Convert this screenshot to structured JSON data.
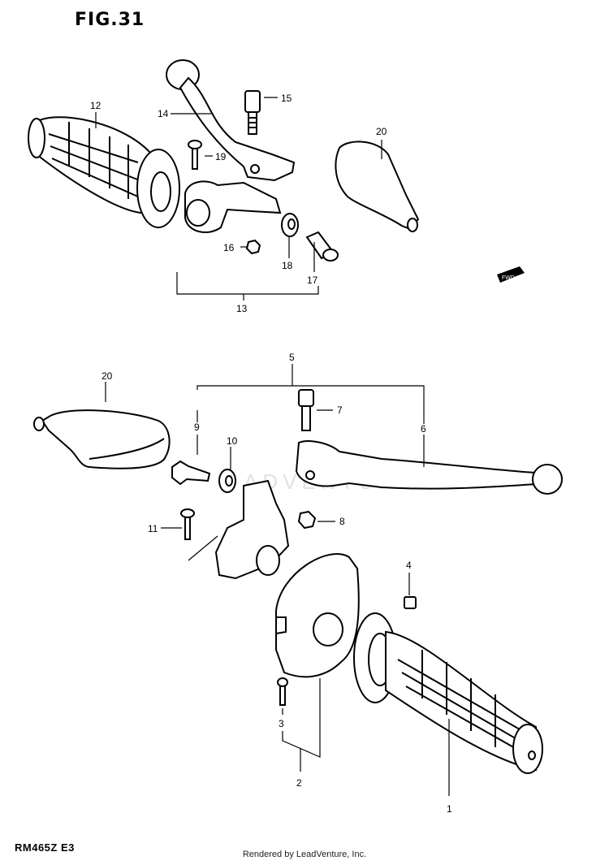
{
  "figure_title": "FIG.31",
  "model_code": "RM465Z E3",
  "footer_text": "Rendered by LeadVenture, Inc.",
  "watermark_text": "ADVENTURE",
  "callouts": {
    "c1": "1",
    "c2": "2",
    "c3": "3",
    "c4": "4",
    "c5": "5",
    "c6": "6",
    "c7": "7",
    "c8": "8",
    "c9": "9",
    "c10": "10",
    "c11": "11",
    "c12": "12",
    "c13": "13",
    "c14": "14",
    "c15": "15",
    "c16": "16",
    "c17": "17",
    "c18": "18",
    "c19": "19",
    "c20_top": "20",
    "c20_mid": "20"
  },
  "front_marker": "FWD"
}
